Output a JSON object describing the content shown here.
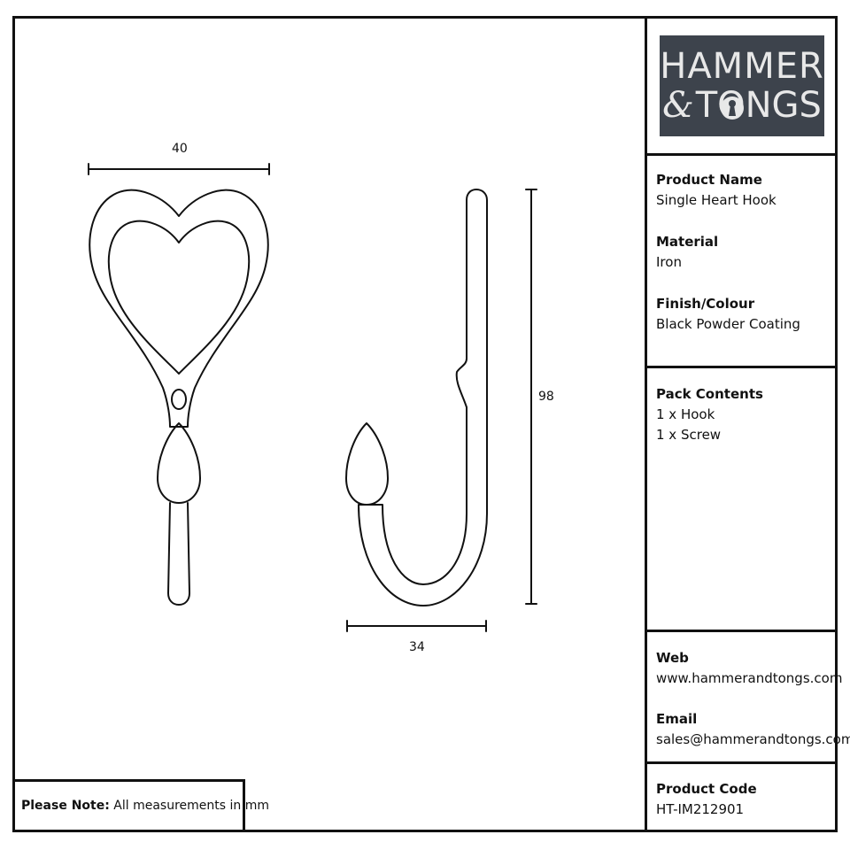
{
  "brand": {
    "line1": "HAMMER",
    "amp": "&",
    "line2": "TONGS"
  },
  "dimensions": {
    "width_front": "40",
    "height_side": "98",
    "depth_side": "34"
  },
  "details": {
    "product_name_label": "Product Name",
    "product_name_value": "Single Heart Hook",
    "material_label": "Material",
    "material_value": "Iron",
    "finish_label": "Finish/Colour",
    "finish_value": "Black Powder Coating"
  },
  "pack": {
    "label": "Pack Contents",
    "items": [
      "1 x Hook",
      "1 x Screw"
    ]
  },
  "contact": {
    "web_label": "Web",
    "web_value": "www.hammerandtongs.com",
    "email_label": "Email",
    "email_value": "sales@hammerandtongs.com"
  },
  "code": {
    "label": "Product Code",
    "value": "HT-IM212901"
  },
  "note": {
    "label": "Please Note:",
    "text": " All measurements in mm"
  },
  "colors": {
    "logo_bg": "#3d434c",
    "line": "#111111"
  }
}
